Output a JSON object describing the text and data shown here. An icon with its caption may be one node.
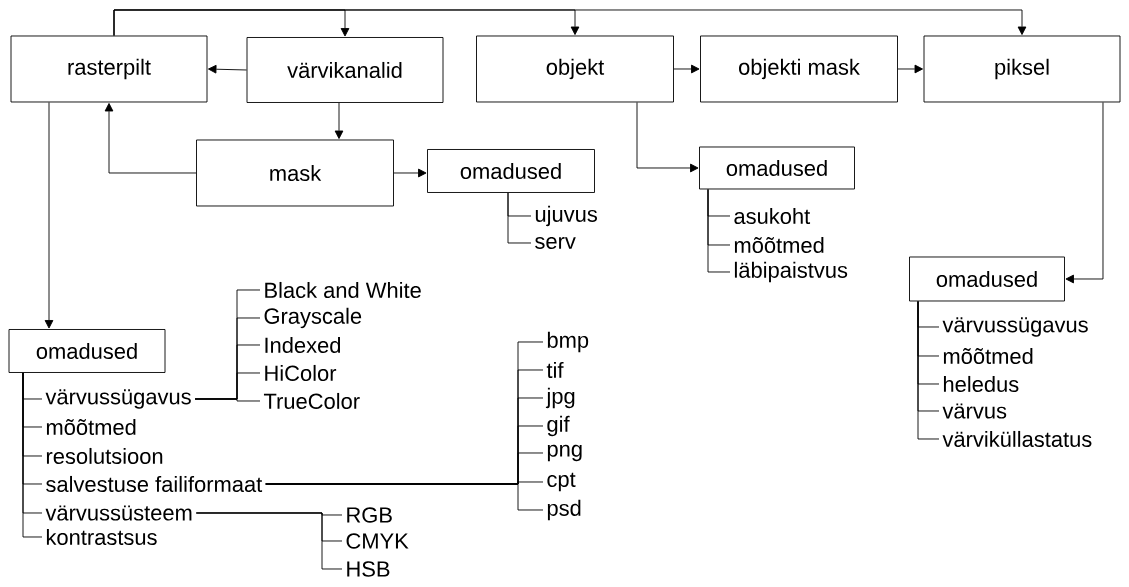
{
  "diagram": {
    "nodes": [
      {
        "text": [
          "rasterpilt"
        ]
      },
      {
        "text": [
          "värvikanalid"
        ]
      },
      {
        "text": [
          "objekt"
        ]
      },
      {
        "text": [
          "objekti mask"
        ]
      },
      {
        "text": [
          "piksel"
        ]
      },
      {
        "text": [
          "mask"
        ]
      },
      {
        "text": [
          "omadused"
        ]
      },
      {
        "text": [
          "ujuvus"
        ]
      },
      {
        "text": [
          "serv"
        ]
      },
      {
        "text": [
          "omadused"
        ]
      },
      {
        "text": [
          "asukoht"
        ]
      },
      {
        "text": [
          "mõõtmed"
        ]
      },
      {
        "text": [
          "läbipaistvus"
        ]
      },
      {
        "text": [
          "omadused"
        ]
      },
      {
        "text": [
          "värvussügavus"
        ]
      },
      {
        "text": [
          "mõõtmed"
        ]
      },
      {
        "text": [
          "heledus"
        ]
      },
      {
        "text": [
          "värvus"
        ]
      },
      {
        "text": [
          "värviküllastatus"
        ]
      },
      {
        "text": [
          "omadused"
        ]
      },
      {
        "text": [
          "värvussügavus"
        ]
      },
      {
        "text": [
          "mõõtmed"
        ]
      },
      {
        "text": [
          "resolutsioon"
        ]
      },
      {
        "text": [
          "salvestuse failiformaat"
        ]
      },
      {
        "text": [
          "värvussüsteem"
        ]
      },
      {
        "text": [
          "kontrastsus"
        ]
      },
      {
        "text": [
          "Black and White"
        ]
      },
      {
        "text": [
          "Grayscale"
        ]
      },
      {
        "text": [
          "Indexed"
        ]
      },
      {
        "text": [
          "HiColor"
        ]
      },
      {
        "text": [
          "TrueColor"
        ]
      },
      {
        "text": [
          "bmp"
        ]
      },
      {
        "text": [
          "tif"
        ]
      },
      {
        "text": [
          "jpg"
        ]
      },
      {
        "text": [
          "gif"
        ]
      },
      {
        "text": [
          "png"
        ]
      },
      {
        "text": [
          "cpt"
        ]
      },
      {
        "text": [
          "psd"
        ]
      },
      {
        "text": [
          "RGB"
        ]
      },
      {
        "text": [
          "CMYK"
        ]
      },
      {
        "text": [
          "HSB"
        ]
      }
    ],
    "edges": [
      {
        "from": 0,
        "to": 1,
        "arrow": "to"
      },
      {
        "from": 0,
        "to": 2,
        "arrow": "to"
      },
      {
        "from": 0,
        "to": 4,
        "arrow": "to"
      },
      {
        "from": 1,
        "to": 0,
        "arrow": "to"
      },
      {
        "from": 1,
        "to": 5,
        "arrow": "to"
      },
      {
        "from": 5,
        "to": 0,
        "arrow": "to"
      },
      {
        "from": 5,
        "to": 6,
        "arrow": "to"
      },
      {
        "from": 2,
        "to": 3,
        "arrow": "to"
      },
      {
        "from": 3,
        "to": 4,
        "arrow": "to"
      },
      {
        "from": 2,
        "to": 9,
        "arrow": "to"
      },
      {
        "from": 4,
        "to": 13,
        "arrow": "to"
      },
      {
        "from": 0,
        "to": 19,
        "arrow": "to"
      },
      {
        "from": 6,
        "to": 7,
        "arrow": "none"
      },
      {
        "from": 6,
        "to": 8,
        "arrow": "none"
      },
      {
        "from": 9,
        "to": 10,
        "arrow": "none"
      },
      {
        "from": 9,
        "to": 11,
        "arrow": "none"
      },
      {
        "from": 9,
        "to": 12,
        "arrow": "none"
      },
      {
        "from": 13,
        "to": 14,
        "arrow": "none"
      },
      {
        "from": 13,
        "to": 15,
        "arrow": "none"
      },
      {
        "from": 13,
        "to": 16,
        "arrow": "none"
      },
      {
        "from": 13,
        "to": 17,
        "arrow": "none"
      },
      {
        "from": 13,
        "to": 18,
        "arrow": "none"
      },
      {
        "from": 19,
        "to": 20,
        "arrow": "none"
      },
      {
        "from": 19,
        "to": 21,
        "arrow": "none"
      },
      {
        "from": 19,
        "to": 22,
        "arrow": "none"
      },
      {
        "from": 19,
        "to": 23,
        "arrow": "none"
      },
      {
        "from": 19,
        "to": 24,
        "arrow": "none"
      },
      {
        "from": 19,
        "to": 25,
        "arrow": "none"
      },
      {
        "from": 20,
        "to": 26,
        "arrow": "none"
      },
      {
        "from": 20,
        "to": 27,
        "arrow": "none"
      },
      {
        "from": 20,
        "to": 28,
        "arrow": "none"
      },
      {
        "from": 20,
        "to": 29,
        "arrow": "none"
      },
      {
        "from": 20,
        "to": 30,
        "arrow": "none"
      },
      {
        "from": 23,
        "to": 31,
        "arrow": "none"
      },
      {
        "from": 23,
        "to": 32,
        "arrow": "none"
      },
      {
        "from": 23,
        "to": 33,
        "arrow": "none"
      },
      {
        "from": 23,
        "to": 34,
        "arrow": "none"
      },
      {
        "from": 23,
        "to": 35,
        "arrow": "none"
      },
      {
        "from": 23,
        "to": 36,
        "arrow": "none"
      },
      {
        "from": 23,
        "to": 37,
        "arrow": "none"
      },
      {
        "from": 24,
        "to": 38,
        "arrow": "none"
      },
      {
        "from": 24,
        "to": 39,
        "arrow": "none"
      },
      {
        "from": 24,
        "to": 40,
        "arrow": "none"
      }
    ]
  }
}
